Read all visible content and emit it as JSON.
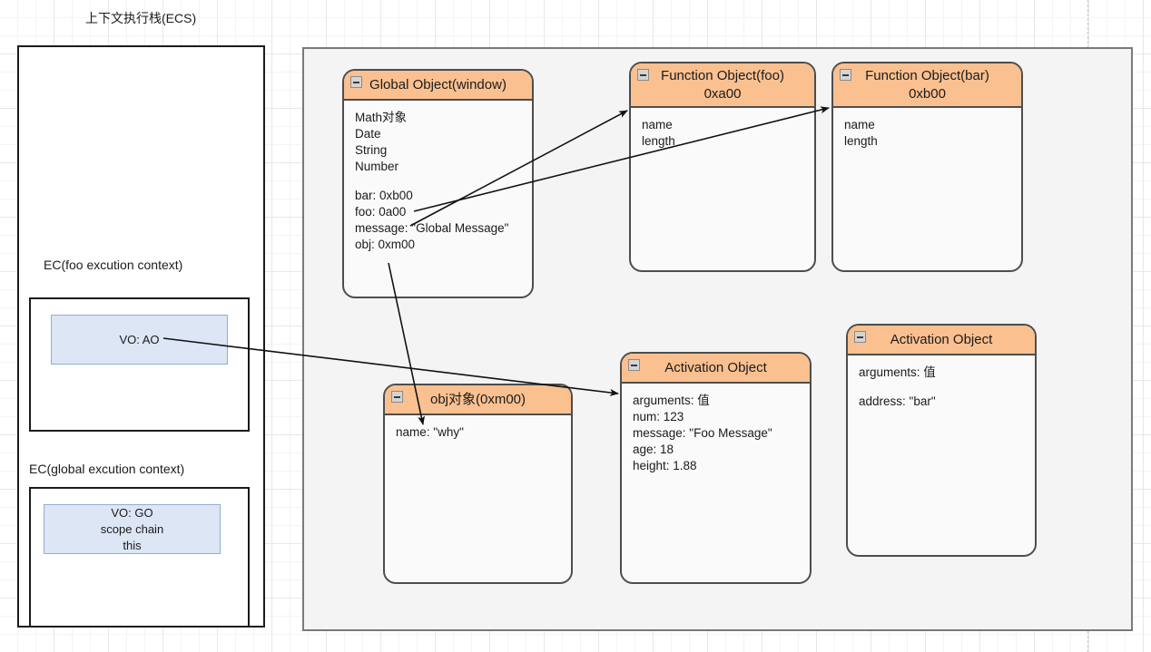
{
  "diagram": {
    "title": "上下文执行栈(ECS)",
    "grid": {
      "minor": 20,
      "major": 60,
      "minor_color": "#f4f4f4",
      "major_color": "#e8e8e8"
    },
    "colors": {
      "header_orange": "#fac090",
      "card_body": "#fafafa",
      "card_border": "#4d4d4d",
      "vo_fill": "#dce6f5",
      "vo_border": "#92acd6",
      "region_fill": "#f4f4f4",
      "region_border": "#7a7a7a",
      "frame_border": "#1b1b1b",
      "text": "#1b1b1b"
    }
  },
  "ecs_stack": {
    "title": "上下文执行栈(ECS)",
    "frames": [
      {
        "label": "EC(foo excution context)",
        "vo": {
          "lines": [
            "VO: AO"
          ]
        }
      },
      {
        "label": "EC(global excution context)",
        "vo": {
          "lines": [
            "VO: GO",
            "scope chain",
            "this"
          ]
        }
      }
    ]
  },
  "cards": {
    "global_object": {
      "title": "Global Object(window)",
      "collapse_icon": "minus-box-icon",
      "rows": [
        "Math对象",
        "Date",
        "String",
        "Number"
      ],
      "rows2": [
        "bar: 0xb00",
        "foo: 0a00",
        "message: \"Global Message\"",
        "obj: 0xm00"
      ]
    },
    "function_foo": {
      "title_line1": "Function Object(foo)",
      "title_line2": "0xa00",
      "collapse_icon": "minus-box-icon",
      "rows": [
        "name",
        "length"
      ]
    },
    "function_bar": {
      "title_line1": "Function Object(bar)",
      "title_line2": "0xb00",
      "collapse_icon": "minus-box-icon",
      "rows": [
        "name",
        "length"
      ]
    },
    "obj_object": {
      "title": "obj对象(0xm00)",
      "collapse_icon": "minus-box-icon",
      "rows": [
        "name: \"why\""
      ]
    },
    "activation_foo": {
      "title": "Activation Object",
      "collapse_icon": "minus-box-icon",
      "rows": [
        "arguments: 值",
        "num: 123",
        "message: \"Foo Message\"",
        "age: 18",
        "height: 1.88"
      ]
    },
    "activation_bar": {
      "title": "Activation Object",
      "collapse_icon": "minus-box-icon",
      "rows": [
        "arguments: 值",
        "address: \"bar\""
      ]
    }
  },
  "connectors": [
    {
      "name": "global-foo-to-function-foo",
      "from": "Global Object foo: 0a00",
      "to": "Function Object(foo) 0xa00"
    },
    {
      "name": "global-bar-to-function-bar",
      "from": "Global Object bar: 0xb00",
      "to": "Function Object(bar) 0xb00"
    },
    {
      "name": "global-obj-to-obj-object",
      "from": "Global Object obj: 0xm00",
      "to": "obj对象(0xm00)"
    },
    {
      "name": "vo-ao-to-activation-object",
      "from": "VO: AO",
      "to": "Activation Object"
    }
  ]
}
